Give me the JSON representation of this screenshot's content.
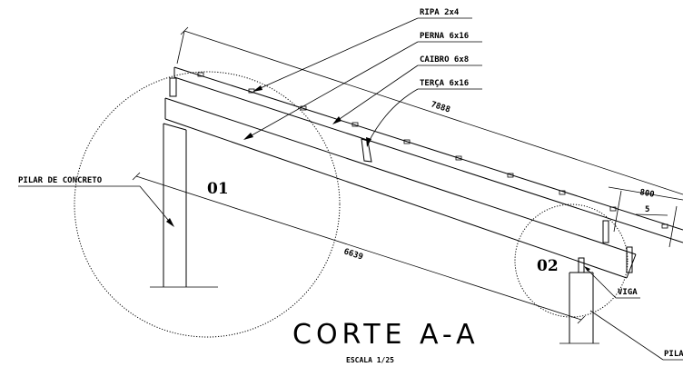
{
  "labels": {
    "ripa": "RIPA 2x4",
    "perna": "PERNA 6x16",
    "caibro": "CAIBRO 6x8",
    "terca": "TERÇA 6x16",
    "pilar_concreto": "PILAR DE CONCRETO",
    "viga": "VIGA",
    "pilar_cut": "PILA"
  },
  "dimensions": {
    "rafter_length": "7888",
    "span": "6639",
    "overhang": "800",
    "offset": "5"
  },
  "details": {
    "d1": "01",
    "d2": "02"
  },
  "title": "CORTE A-A",
  "scale": "ESCALA 1/25"
}
